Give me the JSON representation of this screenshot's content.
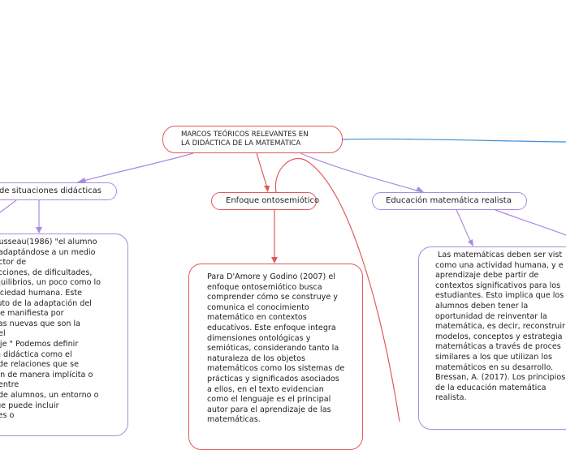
{
  "map": {
    "central_title": "MARCOS TEÓRICOS RELEVANTES EN\nLA DIDÁCTICA DE LA MATEMÁTICA",
    "topics": {
      "left": "de situaciones didácticas",
      "middle": "Enfoque ontosemiótico",
      "right": "Educación matemática realista"
    },
    "cards": {
      "left": "rousseau(1986) \"el alumno\ne adaptándose a un medio\nfactor de\ndicciones, de dificultades,\nequilibrios, un poco como lo\nsociedad humana. Este\nfruto de la adaptación del\n, se manifiesta por\nstas nuevas que son la\n del\nzaje \" Podemos definir\nón didáctica como el\no de relaciones que se\ncen de manera implícita o\na entre\no de alumnos, un entorno o\nque puede incluir\nales o",
      "middle": "Para D'Amore y Godino (2007) el\nenfoque ontosemiótico busca\ncomprender cómo se construye y\ncomunica el conocimiento\nmatemático en contextos\neducativos. Este enfoque integra\ndimensiones ontológicas y\nsemióticas, considerando tanto la\nnaturaleza de los objetos\nmatemáticos como los sistemas de\nprácticas y significados asociados\na ellos, en el texto evidencian\ncomo el lenguaje es el principal\nautor para el aprendizaje de las\nmatemáticas.",
      "right": " Las matemáticas deben ser vist\ncomo una actividad humana, y e\naprendizaje debe partir de\ncontextos significativos para los\nestudiantes. Esto implica que los\nalumnos deben tener la\noportunidad de reinventar la\nmatemática, es decir, reconstruir\nmodelos, conceptos y estrategia\nmatemáticas a través de proces\nsimilares a los que utilizan los\nmatemáticos en su desarrollo.\nBressan, A. (2017). Los principios\nde la educación matemática\nrealista."
    }
  },
  "colors": {
    "red": "#e05a5a",
    "purple": "#a78be0",
    "blue": "#3b8fd6"
  }
}
